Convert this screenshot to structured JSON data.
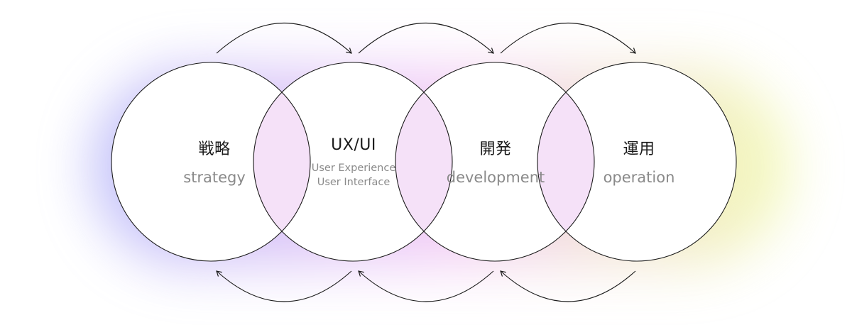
{
  "stages": [
    {
      "title": "戦略",
      "subtitle_lines": [
        "strategy"
      ]
    },
    {
      "title": "UX/UI",
      "subtitle_lines": [
        "User Experience",
        "User Interface"
      ]
    },
    {
      "title": "開発",
      "subtitle_lines": [
        "development"
      ]
    },
    {
      "title": "運用",
      "subtitle_lines": [
        "operation"
      ]
    }
  ],
  "colors": {
    "outline": "#1a1a1a",
    "title_text": "#1a1a1a",
    "subtitle_text": "#8a8a8a",
    "glow_left": "#8a8cf5",
    "glow_middle": "#e9a6f0",
    "glow_right": "#e8f57a",
    "overlap_tint": "#f3dcf7"
  }
}
